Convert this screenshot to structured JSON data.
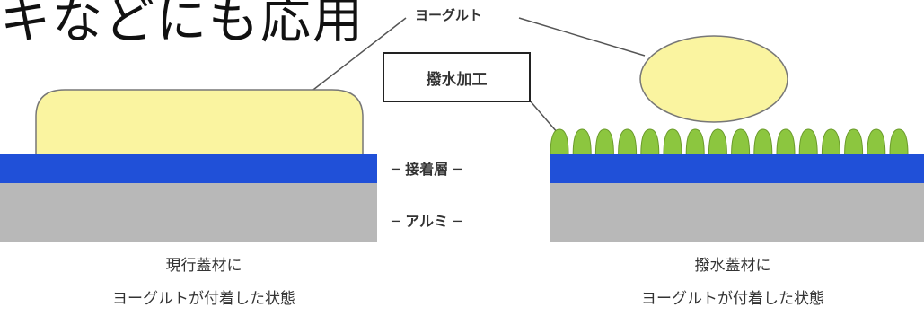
{
  "heading": "キなどにも応用",
  "labels": {
    "yogurt": "ヨーグルト",
    "water_repellent_treatment": "撥水加工",
    "adhesive_layer": "─ 接着層 ─",
    "aluminum": "─ アルミ ─"
  },
  "captions": {
    "left_line1": "現行蓋材に",
    "left_line2": "ヨーグルトが付着した状態",
    "right_line1": "撥水蓋材に",
    "right_line2": "ヨーグルトが付着した状態"
  },
  "colors": {
    "yogurt": "#faf4a0",
    "adhesive": "#2050d8",
    "aluminum": "#b8b8b8",
    "coating": "#8cc63f",
    "outline": "#777777"
  }
}
